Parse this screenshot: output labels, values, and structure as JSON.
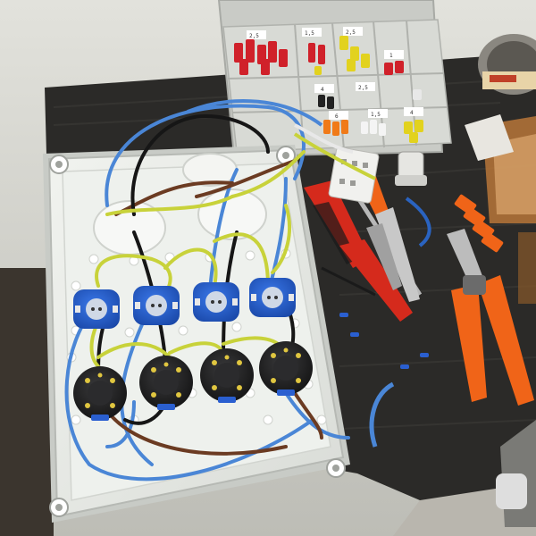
{
  "scene": {
    "colors": {
      "wall": "#dcdcd6",
      "bench": "#2b2a28",
      "enclosure": "#e9ece8",
      "blue_socket": "#1f57c9",
      "black_socket": "#1d1d1f",
      "wire_blue": "#4a86d6",
      "wire_brown": "#6b3b22",
      "wire_black": "#161616",
      "wire_yellow_green": "#c8d23a",
      "ferrule_red": "#d0212a",
      "ferrule_yellow": "#e2d21e",
      "ferrule_orange": "#f07a18",
      "tool_orange": "#f06418"
    },
    "organizer": {
      "compartment_labels": [
        "2,5",
        "1,5",
        "2,5",
        "1",
        "4",
        "2,5",
        "6",
        "1,5",
        "4"
      ]
    },
    "enclosure": {
      "blue_socket_count": 4,
      "black_socket_count": 4
    }
  }
}
